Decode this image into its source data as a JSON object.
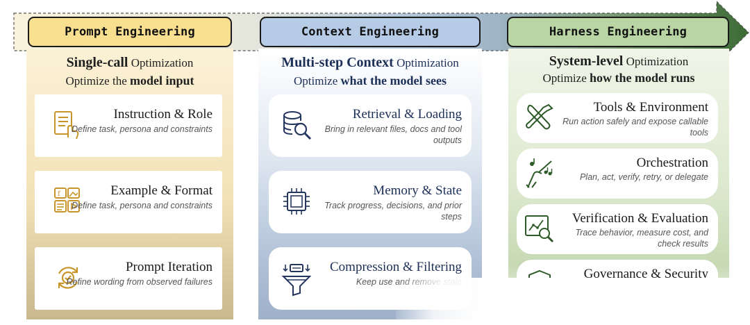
{
  "colors": {
    "prompt_accent": "#f9df90",
    "context_accent": "#b6cbe6",
    "harness_accent": "#b8d5a3",
    "arrow_head": "#3c6b34",
    "icon_gold": "#c8952a",
    "icon_navy": "#24355e",
    "icon_green": "#2d5a28"
  },
  "phases": [
    {
      "label": "Prompt Engineering",
      "heading_bold": "Single-call",
      "heading_rest": " Optimization",
      "sub_rest": "Optimize the ",
      "sub_bold": "model input",
      "cards": [
        {
          "icon": "instruction-icon",
          "title": "Instruction & Role",
          "desc": "Define task, persona and constraints"
        },
        {
          "icon": "template-icon",
          "title": "Example & Format",
          "desc": "Define task, persona and constraints"
        },
        {
          "icon": "iteration-icon",
          "title": "Prompt Iteration",
          "desc": "Refine wording from observed failures"
        }
      ]
    },
    {
      "label": "Context Engineering",
      "heading_bold": "Multi-step Context",
      "heading_rest": " Optimization",
      "sub_rest": "Optimize ",
      "sub_bold": "what the model sees",
      "cards": [
        {
          "icon": "database-search-icon",
          "title": "Retrieval & Loading",
          "desc": "Bring in relevant files, docs and tool outputs"
        },
        {
          "icon": "chip-icon",
          "title": "Memory & State",
          "desc": "Track progress, decisions, and prior steps"
        },
        {
          "icon": "funnel-icon",
          "title": "Compression & Filtering",
          "desc": "Keep use and remove stale"
        }
      ]
    },
    {
      "label": "Harness Engineering",
      "heading_bold": "System-level",
      "heading_rest": " Optimization",
      "sub_rest": "Optimize ",
      "sub_bold": "how the model runs",
      "cards": [
        {
          "icon": "tools-icon",
          "title": "Tools & Environment",
          "desc": "Run action safely and expose callable tools"
        },
        {
          "icon": "conductor-icon",
          "title": "Orchestration",
          "desc": "Plan, act, verify, retry, or delegate"
        },
        {
          "icon": "chart-search-icon",
          "title": "Verification & Evaluation",
          "desc": "Trace behavior, measure cost, and check results"
        },
        {
          "icon": "shield-icon",
          "title": "Governance & Security",
          "desc": ""
        }
      ]
    }
  ]
}
